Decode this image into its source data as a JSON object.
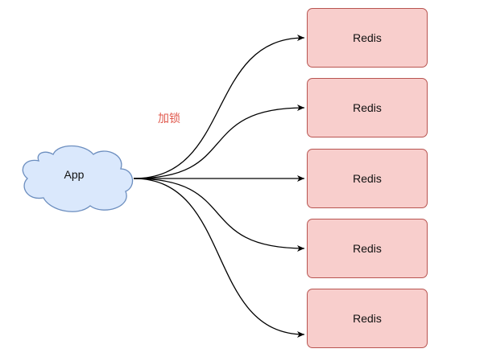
{
  "app": {
    "label": "App"
  },
  "edge_label": {
    "text": "加锁"
  },
  "nodes": [
    {
      "label": "Redis"
    },
    {
      "label": "Redis"
    },
    {
      "label": "Redis"
    },
    {
      "label": "Redis"
    },
    {
      "label": "Redis"
    }
  ],
  "colors": {
    "cloud_fill": "#dae8fc",
    "cloud_stroke": "#6c8ebf",
    "node_fill": "#f8cecc",
    "node_stroke": "#b85450",
    "edge_label": "#e05a4e",
    "edge": "#000000"
  }
}
